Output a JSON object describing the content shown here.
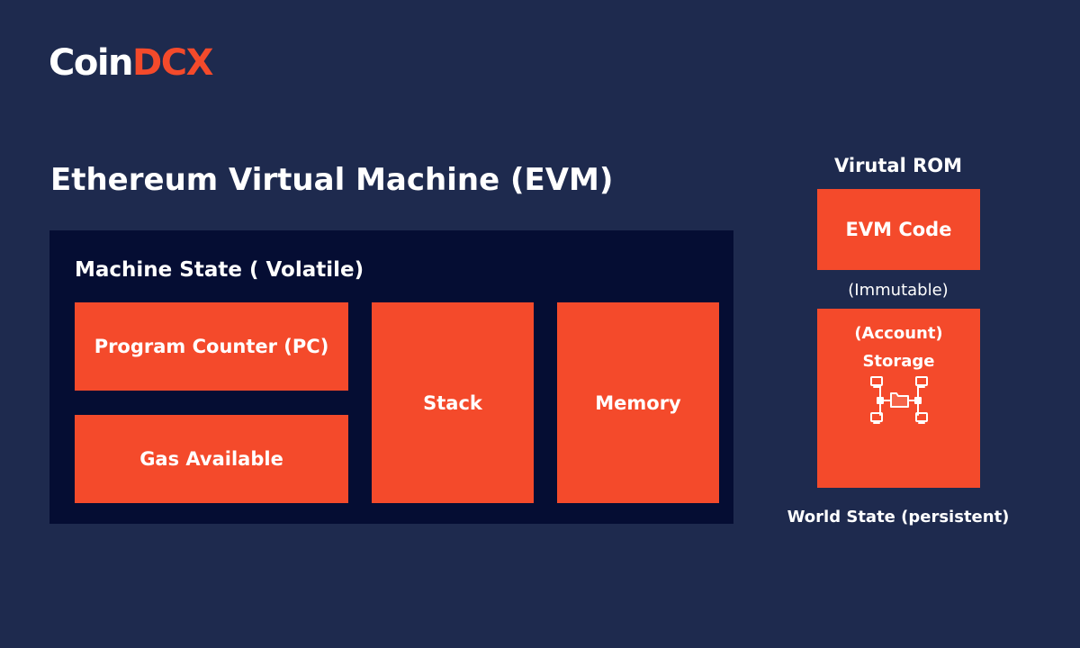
{
  "logo": {
    "part1": "Coin",
    "part2": "DCX"
  },
  "title": "Ethereum Virtual Machine (EVM)",
  "machine_state": {
    "title": "Machine State ( Volatile)",
    "program_counter": "Program Counter (PC)",
    "gas_available": "Gas Available",
    "stack": "Stack",
    "memory": "Memory"
  },
  "rom": {
    "title": "Virutal ROM",
    "evm_code": "EVM Code",
    "immutable_note": "(Immutable)"
  },
  "storage": {
    "line1": "(Account)",
    "line2": "Storage",
    "icon": "network-storage-icon"
  },
  "world_state": "World State (persistent)",
  "colors": {
    "background": "#1e2a4e",
    "panel": "#050d33",
    "accent": "#f44a2b",
    "text": "#ffffff"
  }
}
